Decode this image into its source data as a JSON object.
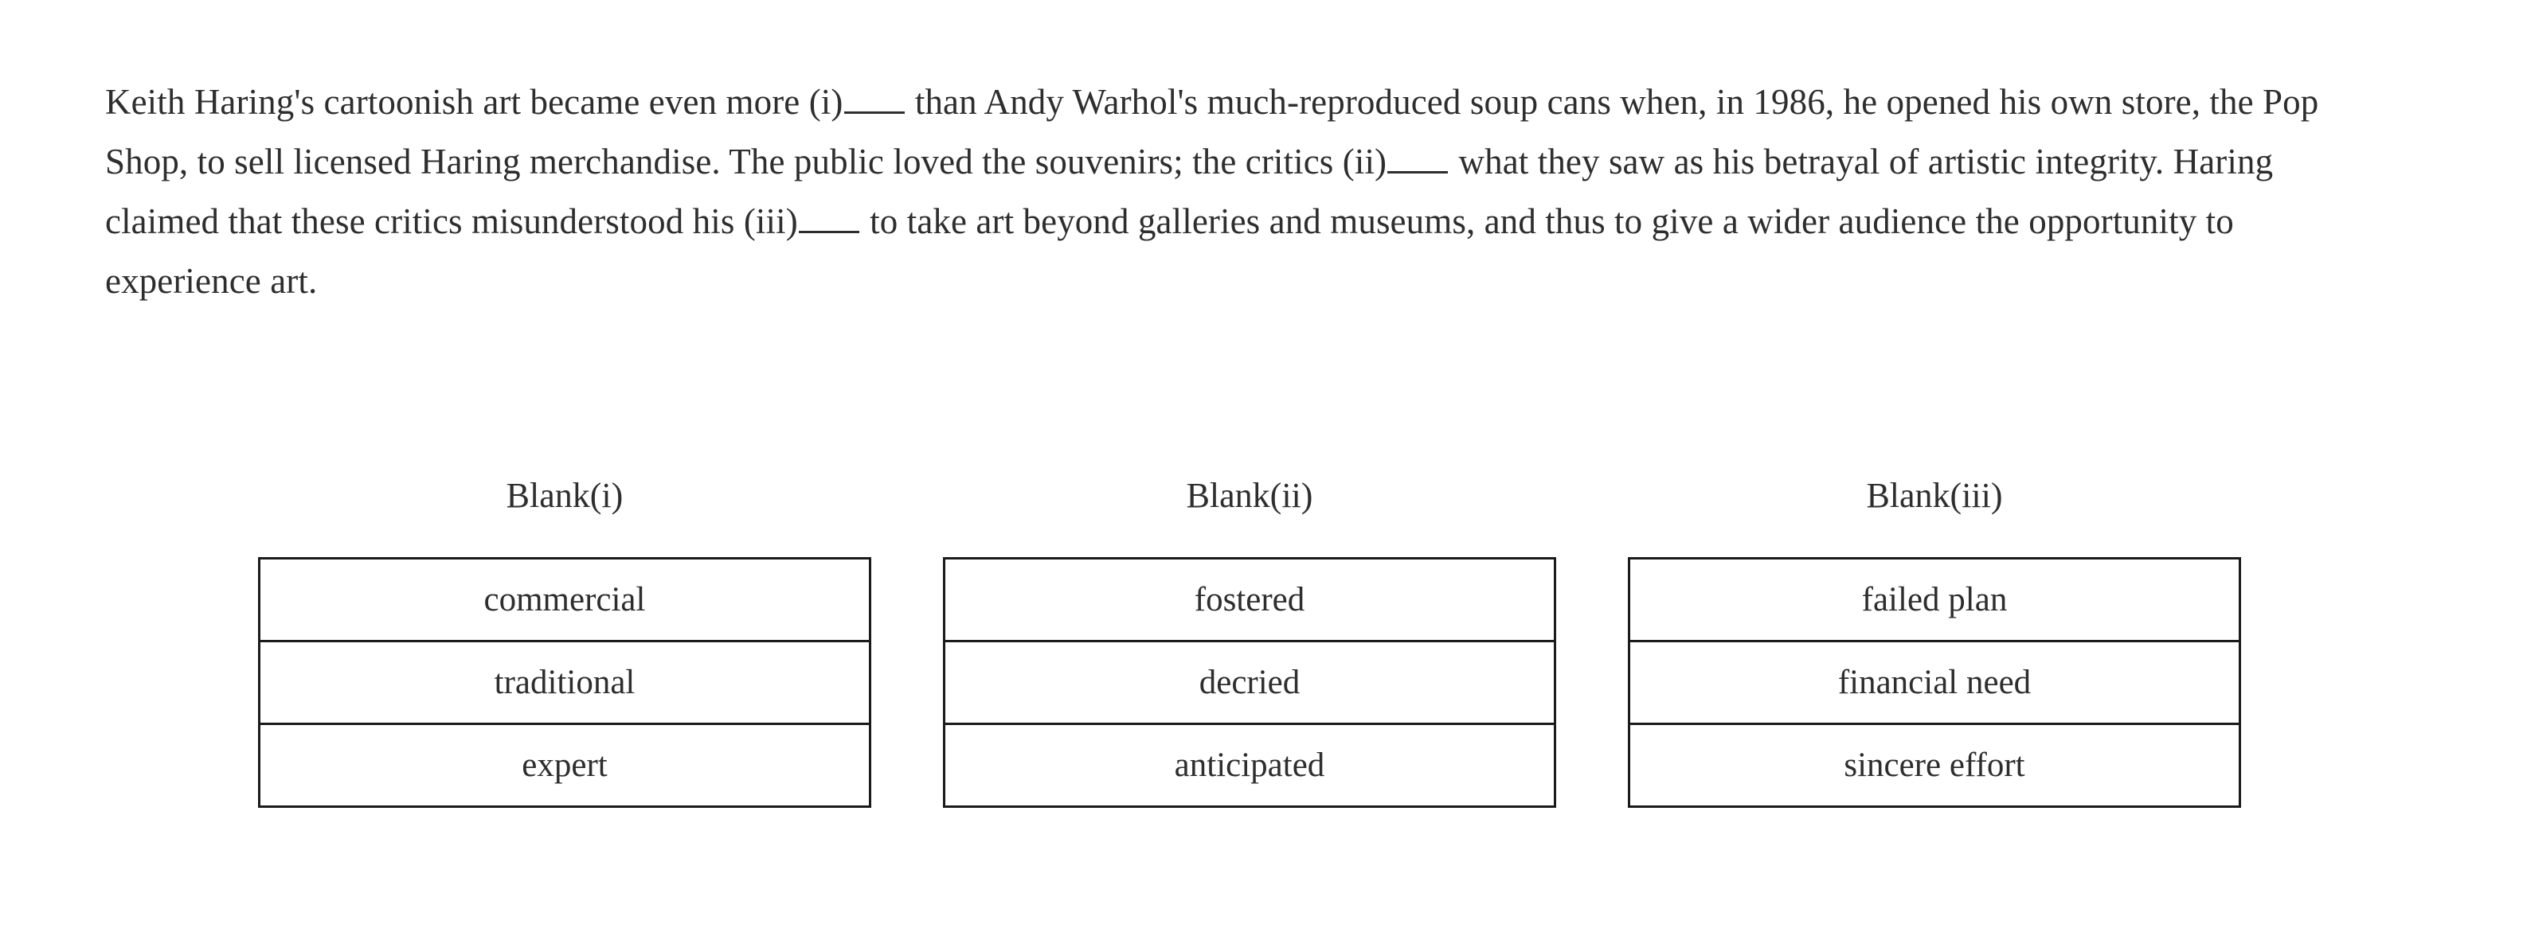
{
  "passage": {
    "segments": [
      {
        "type": "text",
        "value": "Keith Haring's cartoonish art became even more (i)"
      },
      {
        "type": "blank",
        "value": "_____"
      },
      {
        "type": "text",
        "value": " than Andy Warhol's much-reproduced soup cans when, in 1986, he opened his own store, the Pop Shop, to sell licensed Haring merchandise. The public loved the souvenirs; the critics (ii)"
      },
      {
        "type": "blank",
        "value": "_____"
      },
      {
        "type": "text",
        "value": " what they saw as his betrayal of artistic integrity. Haring claimed that these critics misunderstood his (iii)"
      },
      {
        "type": "blank",
        "value": "_____"
      },
      {
        "type": "text",
        "value": " to take art beyond galleries and museums, and thus to give a wider audience the opportunity to experience art."
      }
    ],
    "part1": "Keith Haring's cartoonish art became even more (i)",
    "part2": " than Andy Warhol's much-reproduced soup cans when, in 1986, he opened his own store, the Pop Shop, to sell licensed Haring merchandise. The public loved the souvenirs; the critics (ii)",
    "part3": " what they saw as his betrayal of artistic integrity. Haring claimed that these critics misunderstood his (iii)",
    "part4": " to take art beyond galleries and museums, and thus to give a wider audience the opportunity to experience art."
  },
  "blanks": [
    {
      "heading": "Blank(i)",
      "choices": [
        "commercial",
        "traditional",
        "expert"
      ]
    },
    {
      "heading": "Blank(ii)",
      "choices": [
        "fostered",
        "decried",
        "anticipated"
      ]
    },
    {
      "heading": "Blank(iii)",
      "choices": [
        "failed plan",
        "financial need",
        "sincere effort"
      ]
    }
  ],
  "colors": {
    "text": "#2e2e2e",
    "border": "#1b1b1b",
    "background": "#ffffff"
  }
}
